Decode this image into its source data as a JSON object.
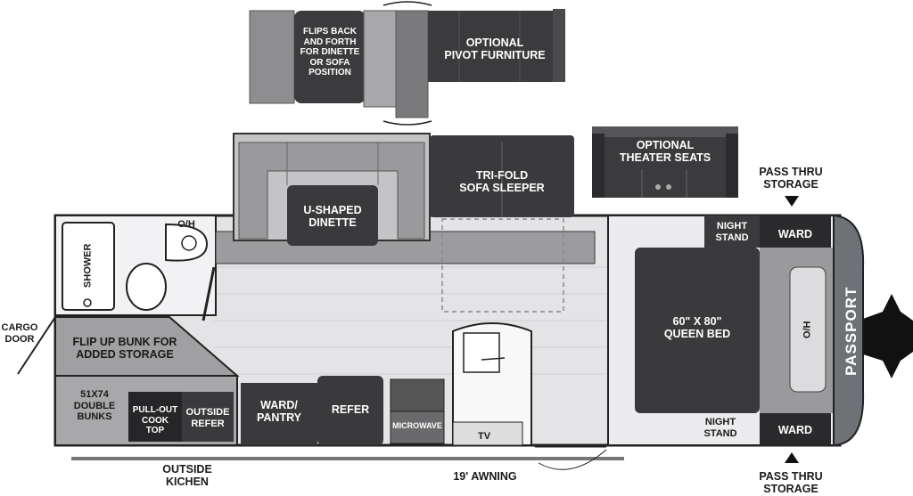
{
  "labels": {
    "flips_back": "FLIPS BACK\nAND FORTH\nFOR DINETTE\nOR SOFA\nPOSITION",
    "optional_pivot": "OPTIONAL\nPIVOT FURNITURE",
    "u_shaped_dinette": "U-SHAPED\nDINETTE",
    "tri_fold": "TRI-FOLD\nSOFA SLEEPER",
    "optional_theater": "OPTIONAL\nTHEATER SEATS",
    "pass_thru_top": "PASS THRU\nSTORAGE",
    "pass_thru_bottom": "PASS THRU\nSTORAGE",
    "shower": "SHOWER",
    "oh_bath": "O/H",
    "night_stand_top": "NIGHT\nSTAND",
    "ward_top": "WARD",
    "queen_bed": "60\" X 80\"\nQUEEN BED",
    "oh_bed": "O/H",
    "passport": "PASSPORT",
    "cargo_door": "CARGO\nDOOR",
    "flip_up_bunk": "FLIP UP BUNK FOR\nADDED STORAGE",
    "bunks": "51X74\nDOUBLE\nBUNKS",
    "cook_top": "PULL-OUT\nCOOK\nTOP",
    "outside_refer": "OUTSIDE\nREFER",
    "ward_pantry": "WARD/\nPANTRY",
    "refer": "REFER",
    "microwave": "MICROWAVE",
    "tv": "TV",
    "night_stand_bottom": "NIGHT\nSTAND",
    "ward_bottom": "WARD",
    "outside_kitchen": "OUTSIDE\nKICHEN",
    "awning": "19' AWNING"
  },
  "colors": {
    "dark": "#3a3a3c",
    "medium": "#8c8c8e",
    "light": "#c8c8ca",
    "floor": "#e6e6e8",
    "cab": "#2a2a2c"
  }
}
